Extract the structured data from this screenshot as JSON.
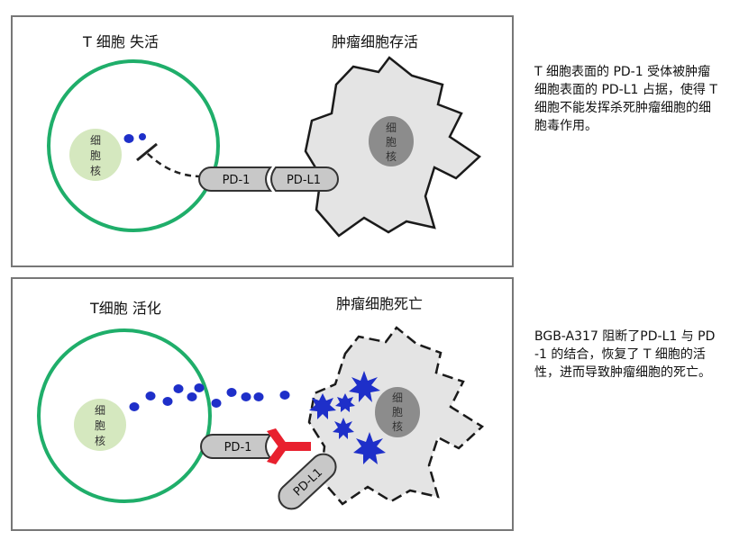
{
  "panel_top": {
    "t_cell_title": "T 细胞  失活",
    "tumor_title": "肿瘤细胞存活",
    "t_nucleus": [
      "细",
      "胞",
      "核"
    ],
    "tumor_nucleus": [
      "细",
      "胞",
      "核"
    ],
    "pd1_label": "PD-1",
    "pdl1_label": "PD-L1",
    "description": "T 细胞表面的 PD-1 受体被肿瘤细胞表面的 PD-L1 占据，使得 T 细胞不能发挥杀死肿瘤细胞的细胞毒作用。"
  },
  "panel_bottom": {
    "t_cell_title": "T细胞  活化",
    "tumor_title": "肿瘤细胞死亡",
    "t_nucleus": [
      "细",
      "胞",
      "核"
    ],
    "tumor_nucleus": [
      "细",
      "胞",
      "核"
    ],
    "pd1_label": "PD-1",
    "pdl1_label": "PD-L1",
    "description": "BGB-A317 阻断了PD-L1 与 PD-1 的结合，恢复了 T 细胞的活性，进而导致肿瘤细胞的死亡。"
  },
  "colors": {
    "t_cell_outline": "#1fae6a",
    "nucleus_fill": "#d5e8bf",
    "tumor_fill": "#e4e4e4",
    "tumor_nucleus_fill": "#8c8c8c",
    "granule": "#1e2fc9",
    "antibody": "#e8202e",
    "receptor_fill": "#c8c8c8"
  }
}
